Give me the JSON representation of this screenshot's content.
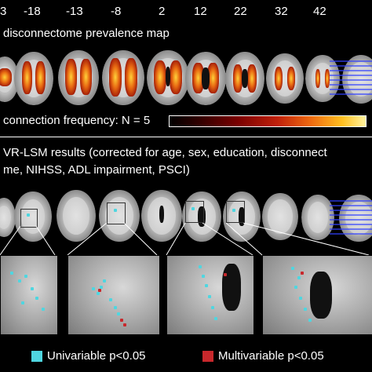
{
  "slice_numbers": [
    "3",
    "-18",
    "-13",
    "-8",
    "2",
    "12",
    "22",
    "32",
    "42"
  ],
  "panel_top": {
    "title": "disconnectome prevalence map",
    "colorbar_label": "connection frequency: N = 5"
  },
  "panel_bottom": {
    "title_line1": "VR-LSM results (corrected for age, sex, education, disconnect",
    "title_line2": "me, NIHSS, ADL impairment, PSCI)"
  },
  "legend": {
    "univariable_label": "Univariable p<0.05",
    "multivariable_label": "Multivariable p<0.05",
    "univariable_color": "#4fd6e0",
    "multivariable_color": "#c8282c"
  },
  "colors": {
    "background": "#000000",
    "text": "#ffffff"
  }
}
